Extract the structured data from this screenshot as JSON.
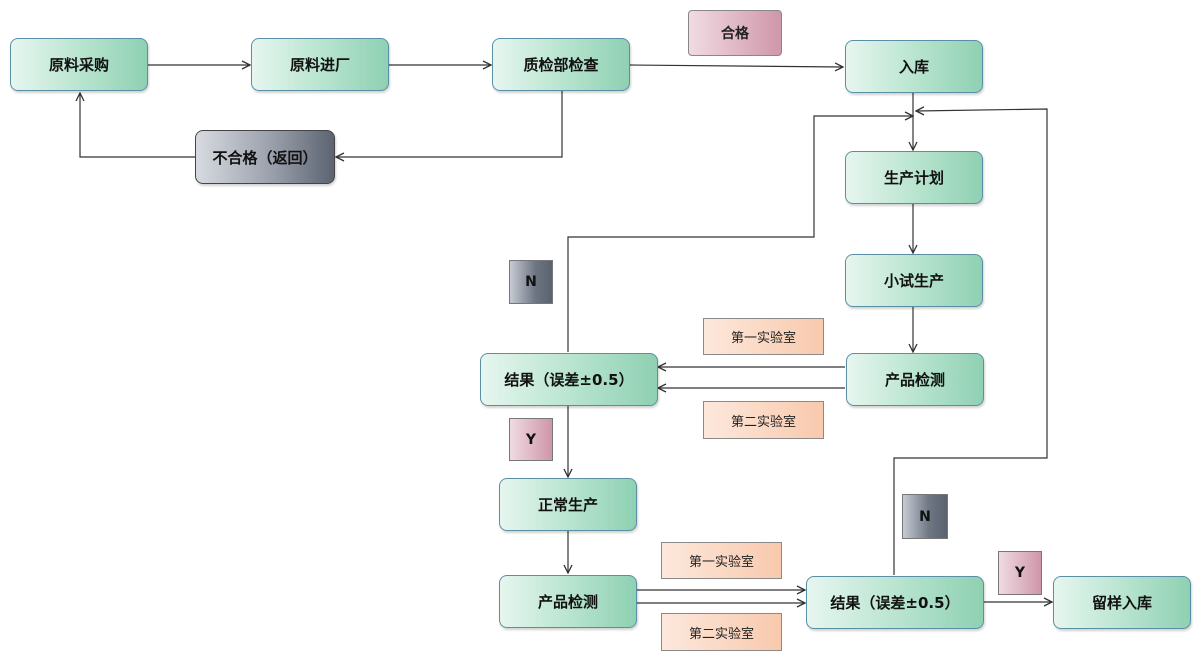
{
  "nodes": {
    "raw_purchase": "原料采购",
    "raw_entry": "原料进厂",
    "qc_check": "质检部检查",
    "warehouse_in": "入库",
    "fail_return": "不合格（返回）",
    "production_plan": "生产计划",
    "trial_production": "小试生产",
    "product_test_1": "产品检测",
    "result_1": "结果（误差±0.5）",
    "normal_production": "正常生产",
    "product_test_2": "产品检测",
    "result_2": "结果（误差±0.5）",
    "sample_storage": "留样入库"
  },
  "labels": {
    "pass": "合格",
    "lab1_upper": "第一实验室",
    "lab2_upper": "第二实验室",
    "lab1_lower": "第一实验室",
    "lab2_lower": "第二实验室",
    "n_upper": "N",
    "y_upper": "Y",
    "n_lower": "N",
    "y_lower": "Y"
  }
}
